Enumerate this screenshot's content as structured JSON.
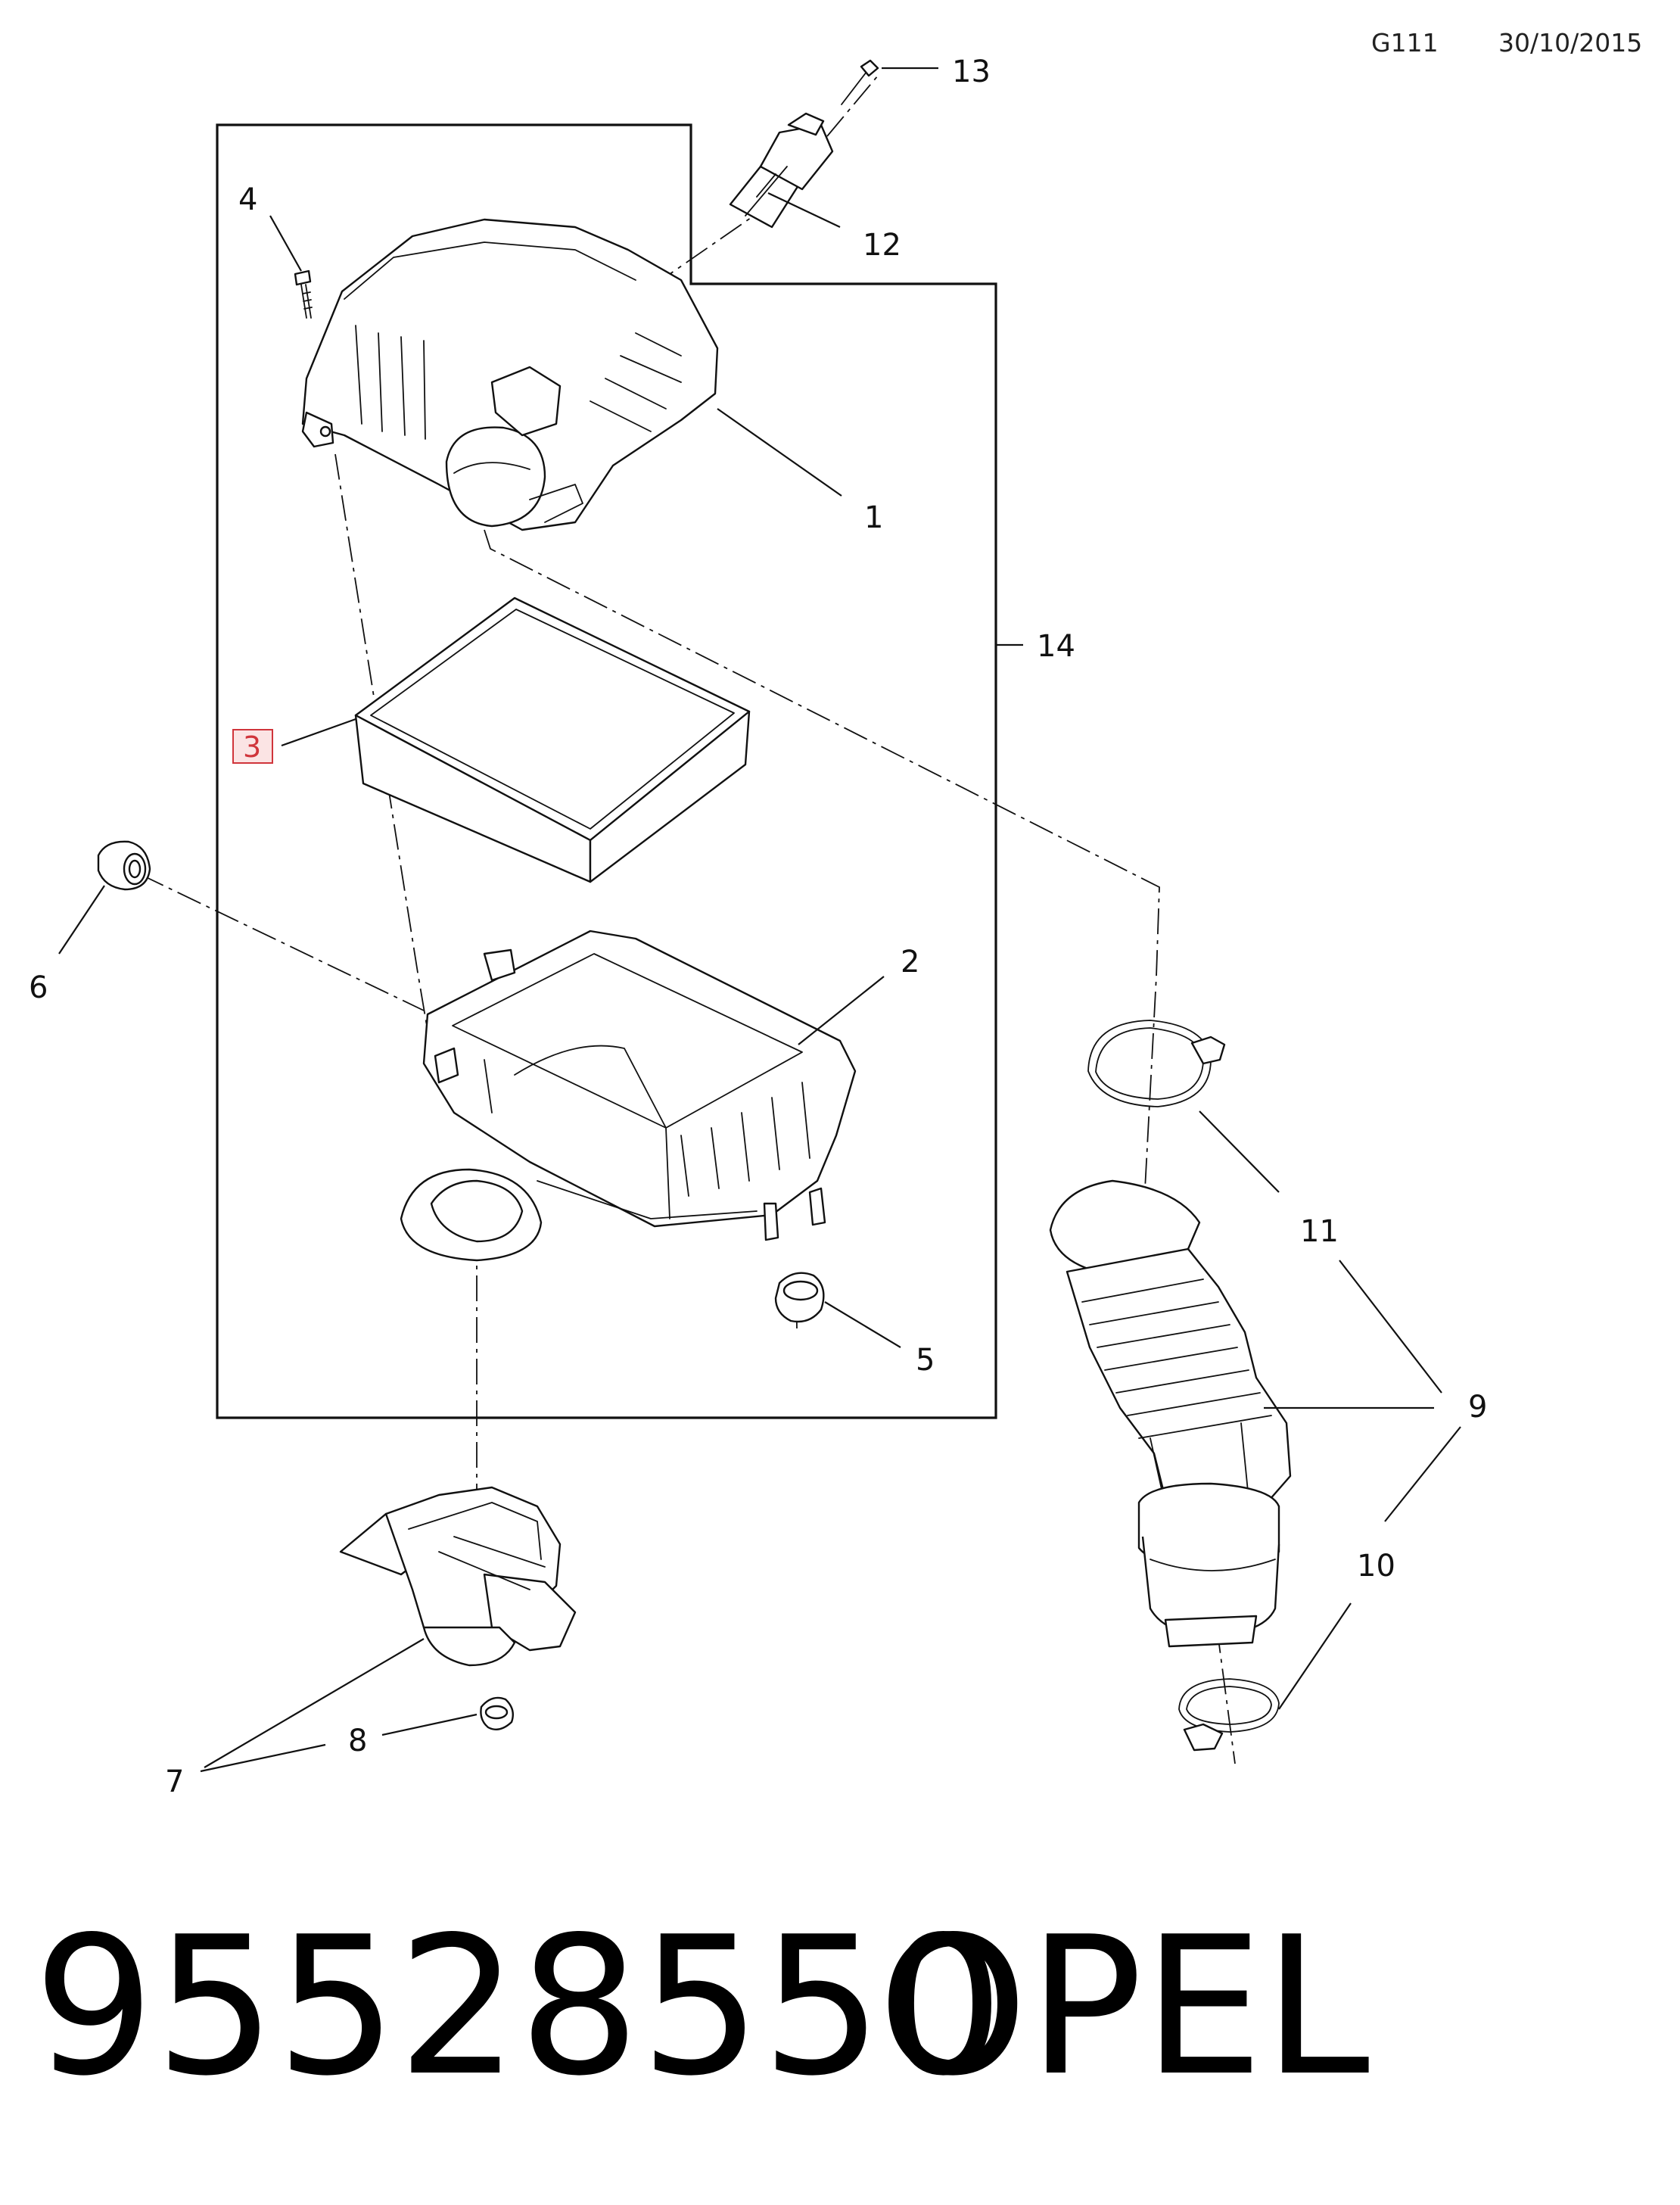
{
  "header": {
    "code": "G111",
    "date": "30/10/2015"
  },
  "callouts": {
    "c1": "1",
    "c2": "2",
    "c3": "3",
    "c4": "4",
    "c5": "5",
    "c6": "6",
    "c7": "7",
    "c8": "8",
    "c9": "9",
    "c10": "10",
    "c11": "11",
    "c12": "12",
    "c13": "13",
    "c14": "14"
  },
  "footer": {
    "part_number": "95528550",
    "brand": "OPEL"
  },
  "colors": {
    "line": "#111111",
    "highlight": "#d0353b",
    "highlight_fill": "#fbe4e4",
    "background": "#ffffff"
  }
}
